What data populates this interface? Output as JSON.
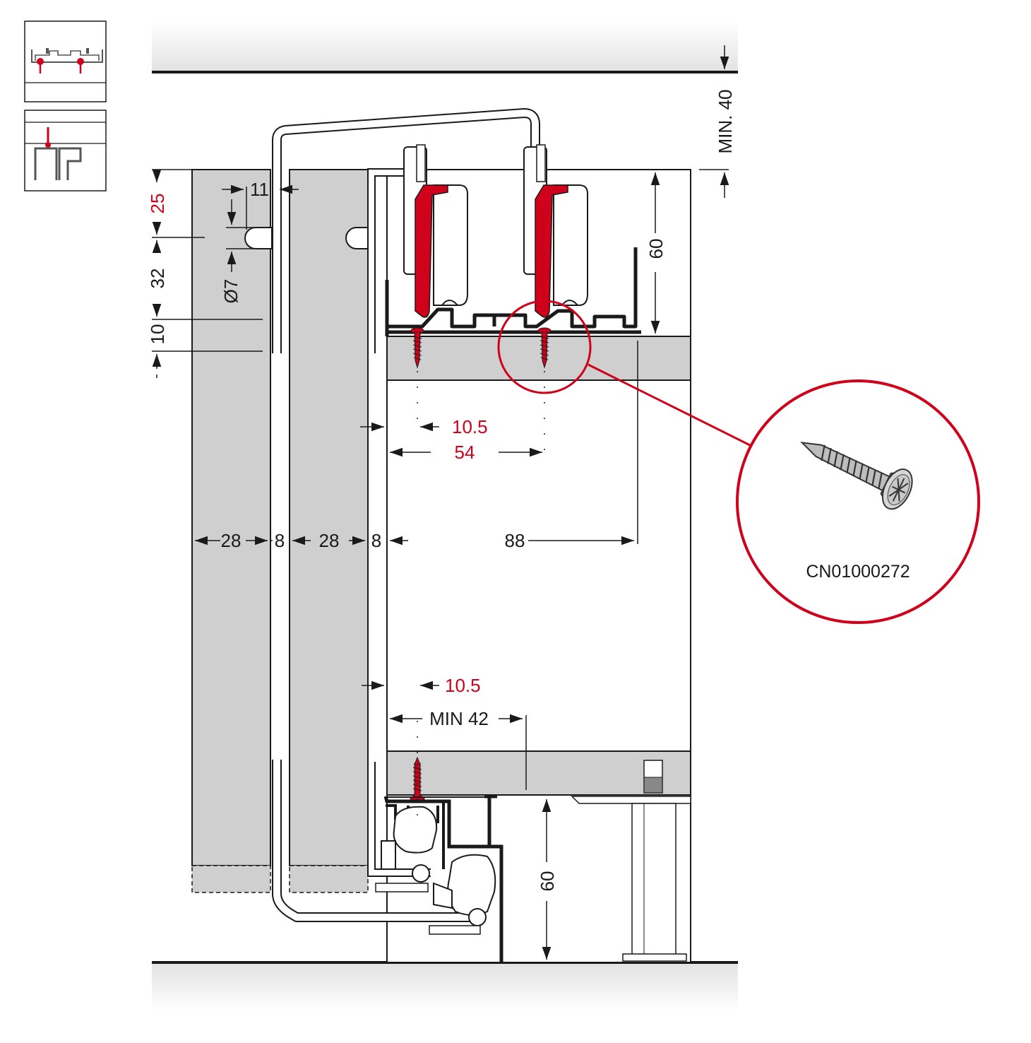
{
  "colors": {
    "accent": "#d0021b",
    "panel": "#cfcfcf",
    "line": "#1a1a1a",
    "ceiling": "#e6e6e6"
  },
  "thumbnails": [
    {
      "icon": "ceiling-mount-icon"
    },
    {
      "icon": "wall-mount-icon"
    }
  ],
  "dimensions": {
    "gap_11": "11",
    "top_25": "25",
    "hole_32": "32",
    "diameter": "Ø7",
    "bottom_10": "10",
    "min_40": "MIN. 40",
    "height_60_top": "60",
    "offset_10_5_top": "10.5",
    "distance_54": "54",
    "door_28_a": "28",
    "gap_8_a": "8",
    "door_28_b": "28",
    "gap_8_b": "8",
    "distance_88": "88",
    "offset_10_5_bottom": "10.5",
    "min_42": "MIN 42",
    "height_60_bottom": "60"
  },
  "callout": {
    "part_number": "CN01000272",
    "icon": "screw-icon"
  }
}
